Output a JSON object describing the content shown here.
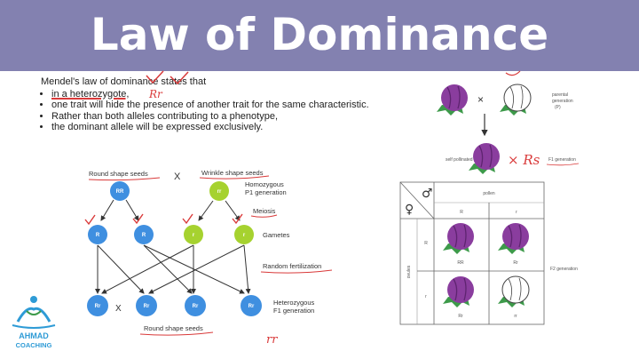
{
  "banner": {
    "title": "Law of Dominance",
    "color": "#8381b0"
  },
  "text": {
    "intro": "Mendel's law of dominance states that",
    "bullets": [
      "in a heterozygote,",
      "one trait will hide the presence of another trait for the same characteristic.",
      "Rather than both alleles contributing to a phenotype,",
      "the dominant allele will be expressed exclusively."
    ],
    "annotation_rr": "Rr"
  },
  "cross_diagram": {
    "parent_round_label": "Round shape seeds",
    "parent_wrinkle_label": "Wrinkle shape seeds",
    "cross_symbol": "X",
    "homozygous_label_1": "Homozygous",
    "homozygous_label_2": "P1 generation",
    "meiosis_label": "Meiosis",
    "gametes_label": "Gametes",
    "random_fertilization_label": "Random fertilization",
    "heterozygous_label_1": "Heterozygous",
    "heterozygous_label_2": "F1 generation",
    "offspring_label": "Round shape seeds",
    "f1_cross_symbol": "X",
    "parent_round_genotype": "RR",
    "parent_wrinkle_genotype": "rr",
    "gamete_R": "R",
    "gamete_r": "r",
    "offspring_genotype": "Rr",
    "colors": {
      "dominant": "#3f8fe0",
      "recessive": "#a6d22f",
      "arrow": "#333333",
      "underline": "#d93a3a"
    }
  },
  "pea_panel": {
    "cross_symbol": "×",
    "parental_label_1": "parental",
    "parental_label_2": "generation",
    "parental_label_3": "(P)",
    "self_label": "self pollinated",
    "f1_label": "F1 generation",
    "handwritten": "× Rs",
    "colors": {
      "pea": "#8a3d9e",
      "leaf": "#3d9a4a"
    }
  },
  "punnett": {
    "female_symbol": "♀",
    "male_symbol": "♂",
    "pollen_label": "pollen",
    "ovules_label": "ovules",
    "f2_label": "F2 generation",
    "col_alleles": [
      "R",
      "r"
    ],
    "row_alleles": [
      "R",
      "r"
    ],
    "cells": [
      {
        "genotype": "RR",
        "phenotype": "purple"
      },
      {
        "genotype": "Rr",
        "phenotype": "purple"
      },
      {
        "genotype": "Rr",
        "phenotype": "purple"
      },
      {
        "genotype": "rr",
        "phenotype": "white"
      }
    ]
  },
  "logo": {
    "line1": "AHMAD",
    "line2": "COACHING",
    "color": "#2e9bd6"
  },
  "bottom_annotation": "rr"
}
